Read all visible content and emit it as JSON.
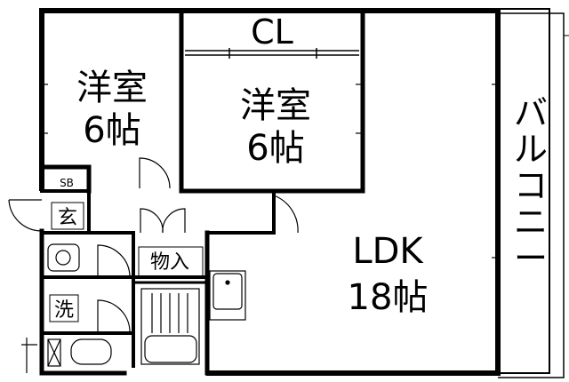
{
  "rooms": {
    "western_room_1": {
      "name": "洋室",
      "size": "6帖"
    },
    "western_room_2": {
      "name": "洋室",
      "size": "6帖"
    },
    "closet": "CL",
    "ldk": {
      "name": "LDK",
      "size": "18帖"
    },
    "balcony": "バルコニー",
    "storage": "物入",
    "entrance": "玄",
    "shoe_box": "SB",
    "laundry": "洗"
  },
  "balcony_chars": [
    "バ",
    "ル",
    "コ",
    "ニ",
    "ー"
  ],
  "colors": {
    "wall": "#000000",
    "background": "#ffffff",
    "line": "#000000"
  }
}
